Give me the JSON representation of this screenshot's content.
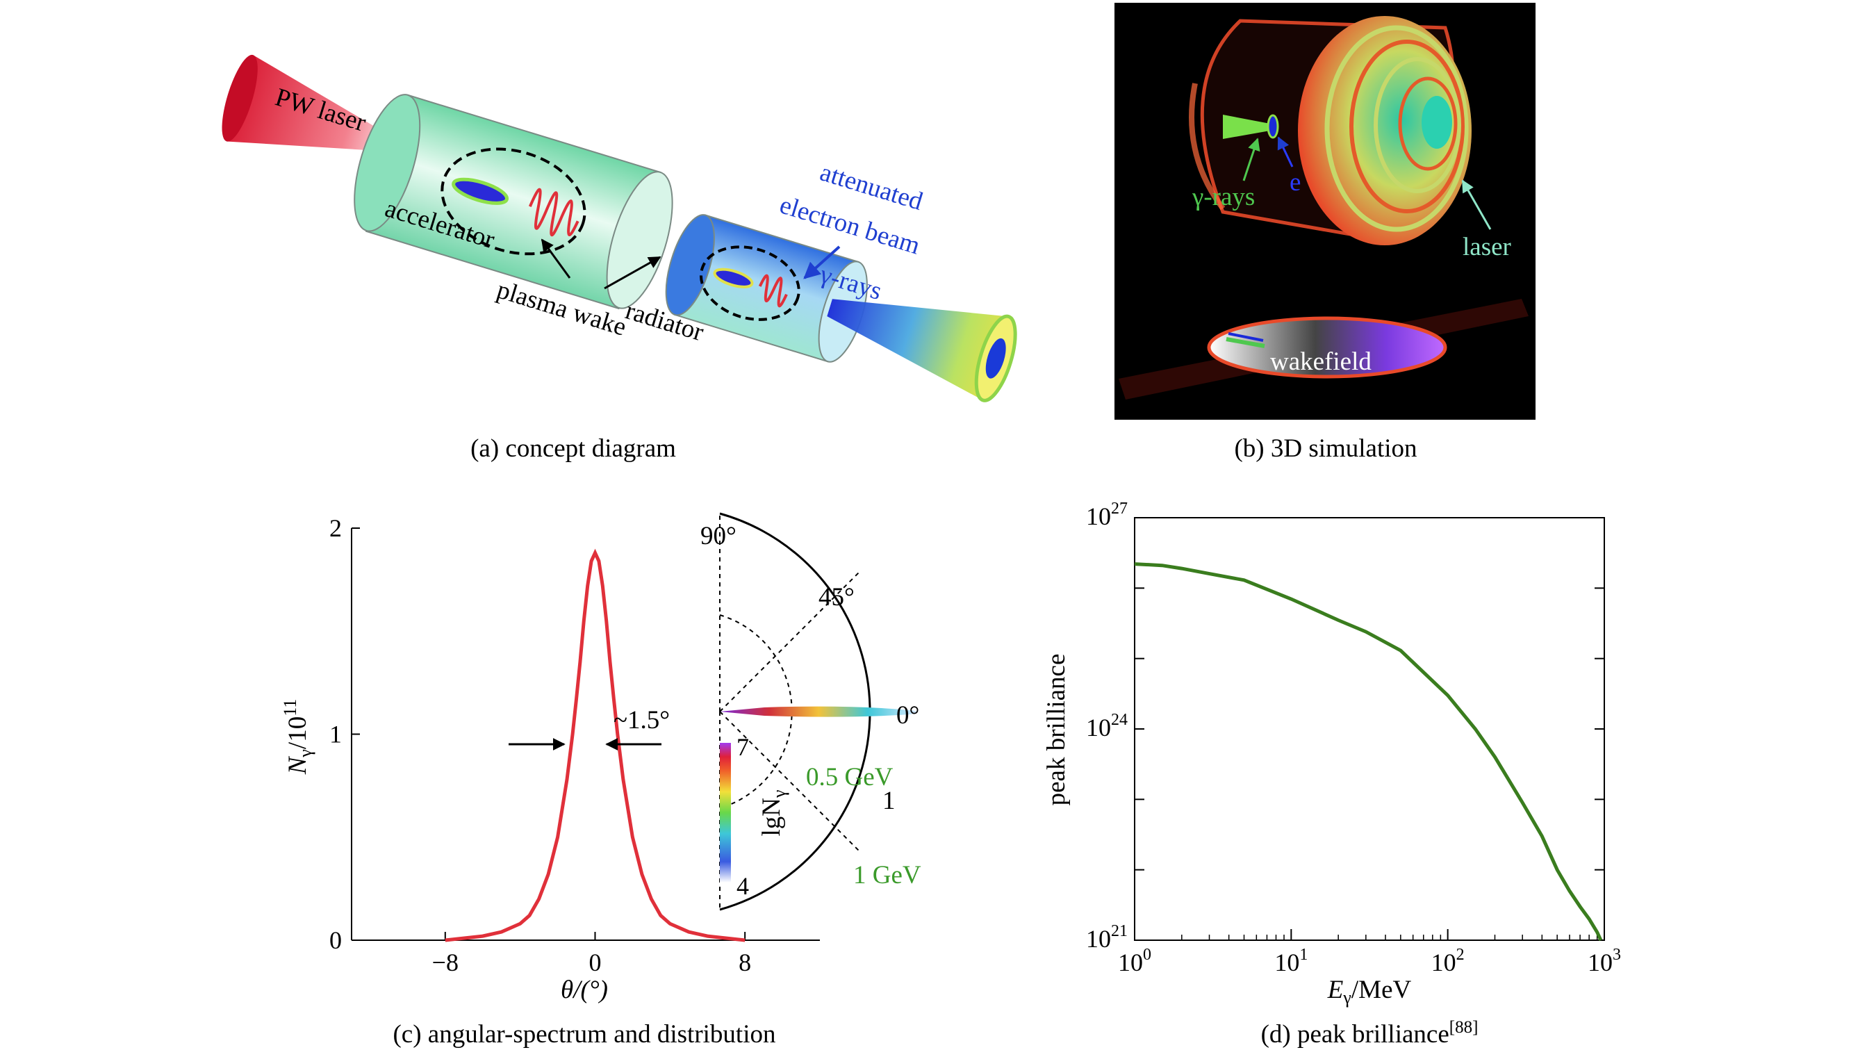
{
  "panel_a": {
    "caption": "(a) concept diagram",
    "labels": {
      "laser": "PW laser",
      "accelerator": "accelerator",
      "plasma_wake": "plasma wake",
      "radiator": "radiator",
      "attenuated_1": "attenuated",
      "attenuated_2": "electron beam",
      "gamma": "γ-rays"
    },
    "colors": {
      "laser": "#e8333c",
      "accelerator": "#7fd8b0",
      "radiator": "#3a6fd8",
      "label_blue": "#1f3fd0"
    }
  },
  "panel_b": {
    "caption": "(b) 3D simulation",
    "labels": {
      "gamma": "γ-rays",
      "electron": "e",
      "laser": "laser",
      "wakefield": "wakefield"
    },
    "colors": {
      "background": "#000000",
      "gamma": "#4fc84f",
      "electron": "#2a3cff",
      "laser": "#8fe6c8"
    }
  },
  "panel_c": {
    "caption": "(c) angular-spectrum and distribution",
    "ylabel_main": "N",
    "ylabel_sub": "γ",
    "ylabel_rest": "/10",
    "ylabel_sup": "11",
    "xlabel": "θ/(°)",
    "annotation": "~1.5°",
    "inset": {
      "angle_90": "90°",
      "angle_45": "45°",
      "angle_0": "0°",
      "energy_05": "0.5 GeV",
      "energy_1": "1 GeV",
      "radius_1": "1",
      "colorbar_label": "lgN",
      "colorbar_sub": "γ",
      "colorbar_max": "7",
      "colorbar_min": "4"
    }
  },
  "panel_d": {
    "caption": "(d) peak brilliance",
    "caption_ref": "[88]",
    "ylabel": "peak brilliance",
    "xlabel_main": "E",
    "xlabel_sub": "γ",
    "xlabel_rest": "/MeV"
  },
  "chart_data": [
    {
      "type": "line",
      "panel": "c",
      "xlabel": "θ/(°)",
      "ylabel": "Nγ/10^11",
      "xlim": [
        -13,
        12
      ],
      "ylim": [
        0,
        2
      ],
      "xticks": [
        "-8",
        "0",
        "8"
      ],
      "xtick_values": [
        -8,
        0,
        8
      ],
      "yticks": [
        "0",
        "1",
        "2"
      ],
      "ytick_values": [
        0,
        1,
        2
      ],
      "series": [
        {
          "color": "#e0303a",
          "x": [
            -8,
            -6,
            -5,
            -4,
            -3.5,
            -3,
            -2.5,
            -2,
            -1.5,
            -1.2,
            -1,
            -0.8,
            -0.6,
            -0.4,
            -0.2,
            0,
            0.2,
            0.4,
            0.6,
            0.8,
            1,
            1.2,
            1.5,
            2,
            2.5,
            3,
            3.5,
            4,
            5,
            6,
            8
          ],
          "y": [
            0.0,
            0.02,
            0.04,
            0.08,
            0.12,
            0.2,
            0.32,
            0.5,
            0.78,
            1.0,
            1.17,
            1.35,
            1.55,
            1.72,
            1.84,
            1.88,
            1.84,
            1.72,
            1.55,
            1.35,
            1.17,
            1.0,
            0.78,
            0.5,
            0.32,
            0.2,
            0.12,
            0.08,
            0.04,
            0.02,
            0.0
          ]
        }
      ],
      "annotations": [
        "~1.5°"
      ],
      "grid": false
    },
    {
      "type": "line",
      "panel": "d",
      "xlabel": "Eγ/MeV",
      "ylabel": "peak brilliance",
      "x_scale": "log",
      "y_scale": "log",
      "xlim": [
        1,
        1000
      ],
      "ylim": [
        1e+21,
        1e+27
      ],
      "xticks": [
        "10^0",
        "10^1",
        "10^2",
        "10^3"
      ],
      "yticks": [
        "10^21",
        "10^24",
        "10^27"
      ],
      "series": [
        {
          "color": "#3a7d1e",
          "x": [
            1,
            1.5,
            2,
            3,
            5,
            10,
            20,
            30,
            50,
            100,
            150,
            200,
            300,
            400,
            500,
            600,
            700,
            800,
            900,
            950
          ],
          "y": [
            2.2e+26,
            2.1e+26,
            1.9e+26,
            1.6e+26,
            1.3e+26,
            7e+25,
            3.5e+25,
            2.4e+25,
            1.3e+25,
            3e+24,
            1e+24,
            4e+23,
            9e+22,
            3e+22,
            1e+22,
            5e+21,
            3e+21,
            2e+21,
            1.3e+21,
            1e+21
          ]
        }
      ],
      "grid": false
    }
  ]
}
